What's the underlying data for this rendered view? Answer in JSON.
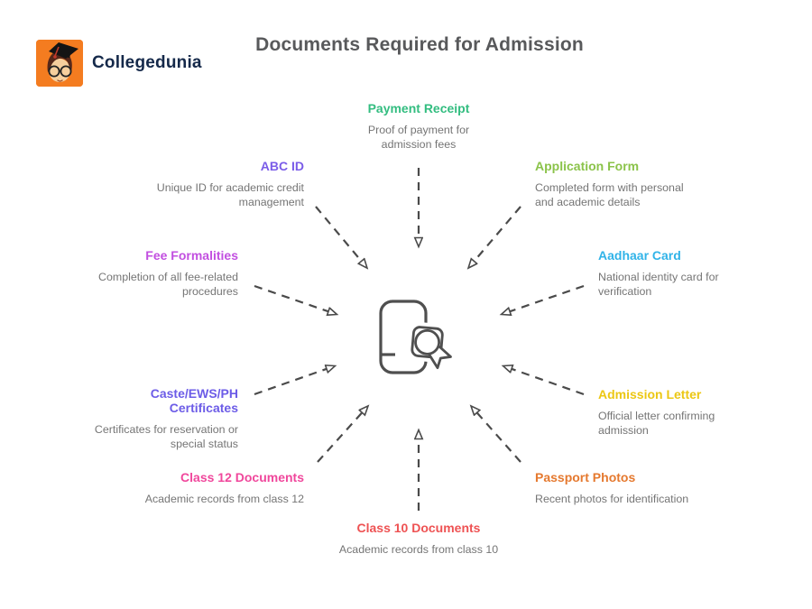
{
  "brand": {
    "name": "Collegedunia",
    "logo_icon": "collegedunia-mascot-icon",
    "logo_bg": "#f47c20",
    "name_color": "#15294a"
  },
  "title": "Documents Required for Admission",
  "center": {
    "icon": "certificate-ribbon-icon",
    "stroke_color": "#4f4f4f"
  },
  "arrow_color": "#4a4a4a",
  "items": [
    {
      "label": "Payment Receipt",
      "description": "Proof of payment for admission fees",
      "color": "#33bd80"
    },
    {
      "label": "ABC ID",
      "description": "Unique ID for academic credit management",
      "color": "#7a5ce8"
    },
    {
      "label": "Application Form",
      "description": "Completed form with personal and academic details",
      "color": "#8bc34a"
    },
    {
      "label": "Fee Formalities",
      "description": "Completion of all fee-related procedures",
      "color": "#c24fe0"
    },
    {
      "label": "Aadhaar Card",
      "description": "National identity card for verification",
      "color": "#30b3e8"
    },
    {
      "label": "Caste/EWS/PH Certificates",
      "description": "Certificates for reservation or special status",
      "color": "#6c5ce7"
    },
    {
      "label": "Admission Letter",
      "description": "Official letter confirming admission",
      "color": "#ecc713"
    },
    {
      "label": "Class 12 Documents",
      "description": "Academic records from class 12",
      "color": "#f0479c"
    },
    {
      "label": "Passport Photos",
      "description": "Recent photos for identification",
      "color": "#e5792f"
    },
    {
      "label": "Class 10 Documents",
      "description": "Academic records from class 10",
      "color": "#ee5253"
    }
  ]
}
